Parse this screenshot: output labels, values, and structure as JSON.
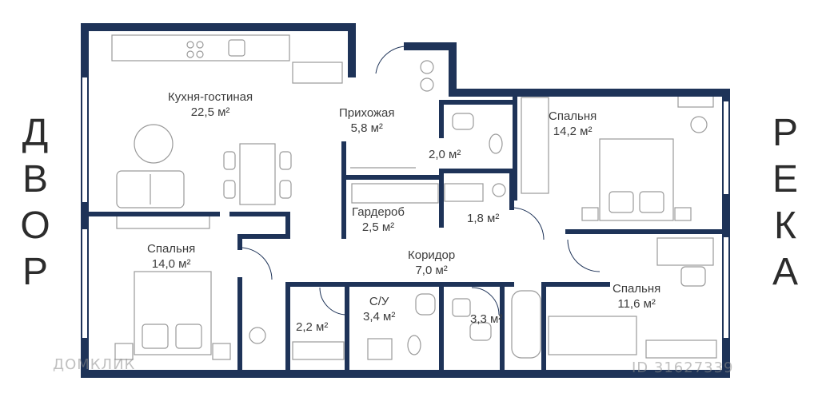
{
  "orientation": {
    "left": [
      "Д",
      "В",
      "О",
      "Р"
    ],
    "right": [
      "Р",
      "Е",
      "К",
      "А"
    ]
  },
  "rooms": [
    {
      "id": "kitchen",
      "name": "Кухня-гостиная",
      "area": "22,5 м²"
    },
    {
      "id": "hall",
      "name": "Прихожая",
      "area": "5,8 м²"
    },
    {
      "id": "bedroom1",
      "name": "Спальня",
      "area": "14,2 м²"
    },
    {
      "id": "bath1",
      "name": "",
      "area": "2,0 м²"
    },
    {
      "id": "wardrobe",
      "name": "Гардероб",
      "area": "2,5 м²"
    },
    {
      "id": "bath2",
      "name": "",
      "area": "1,8 м²"
    },
    {
      "id": "bedroom2",
      "name": "Спальня",
      "area": "14,0 м²"
    },
    {
      "id": "corridor",
      "name": "Коридор",
      "area": "7,0 м²"
    },
    {
      "id": "bedroom3",
      "name": "Спальня",
      "area": "11,6 м²"
    },
    {
      "id": "closet",
      "name": "",
      "area": "2,2 м²"
    },
    {
      "id": "wc",
      "name": "С/У",
      "area": "3,4 м²"
    },
    {
      "id": "bath3",
      "name": "",
      "area": "3,3 м²"
    }
  ],
  "watermarks": {
    "left": "ДОМКЛИК",
    "right": "ID 31627339"
  },
  "colors": {
    "wall": "#1e3358",
    "text": "#3d3d3d",
    "furniture": "#9a9a9a"
  }
}
